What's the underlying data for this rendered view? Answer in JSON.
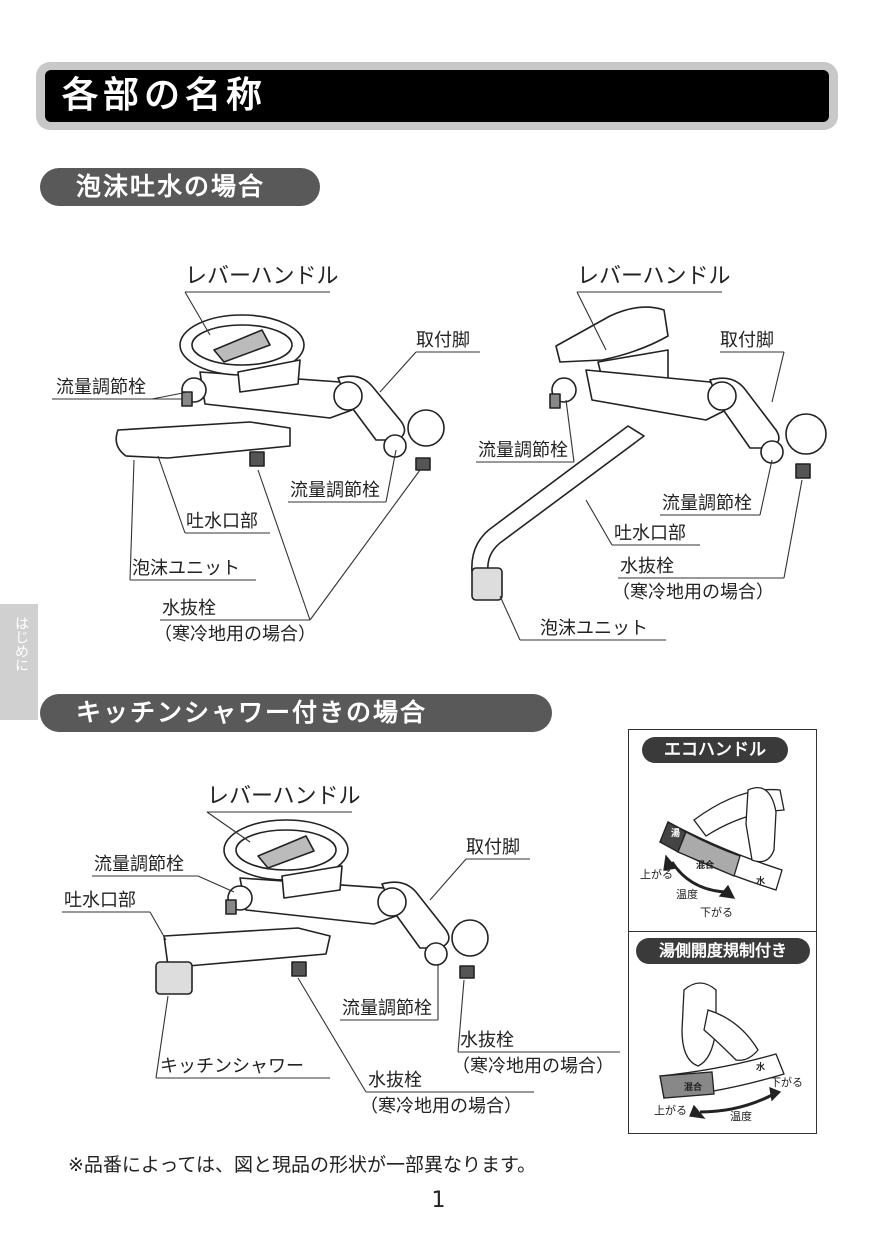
{
  "page_title": "各部の名称",
  "sections": {
    "foam": "泡沫吐水の場合",
    "shower": "キッチンシャワー付きの場合"
  },
  "side_tab": "はじめに",
  "labels": {
    "lever_handle": "レバーハンドル",
    "mounting_leg": "取付脚",
    "flow_valve": "流量調節栓",
    "spout": "吐水口部",
    "aerator": "泡沫ユニット",
    "drain_valve": "水抜栓",
    "drain_note": "（寒冷地用の場合）",
    "kitchen_shower": "キッチンシャワー"
  },
  "eco_box": {
    "title": "エコハンドル",
    "hot": "湯",
    "mixed": "混合",
    "cold": "水",
    "up": "上がる",
    "temp": "温度",
    "down": "下がる"
  },
  "limit_box": {
    "title": "湯側開度規制付き",
    "mixed": "混合",
    "cold": "水",
    "up": "上がる",
    "temp": "温度",
    "down": "下がる"
  },
  "footnote": "※品番によっては、図と現品の形状が一部異なります。",
  "page_number": "1"
}
